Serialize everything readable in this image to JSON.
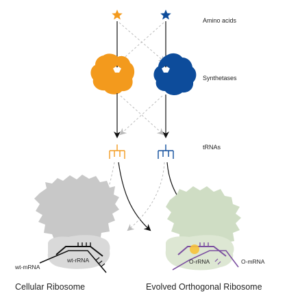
{
  "labels": {
    "amino_acids": "Amino acids",
    "synthetases": "Synthetases",
    "trnas": "tRNAs",
    "wt_mrna": "wt-mRNA",
    "wt_rrna": "wt-rRNA",
    "o_rrna": "O-rRNA",
    "o_mrna": "O-mRNA",
    "cellular_ribosome": "Cellular Ribosome",
    "orthogonal_ribosome": "Evolved Orthogonal Ribosome"
  },
  "colors": {
    "orange": "#F39A1D",
    "blue": "#0D4C9B",
    "ribosome_gray": "#C8C8C8",
    "ribosome_gray_light": "#D9D9D9",
    "ribosome_green": "#CFDDC4",
    "ribosome_green_light": "#DDE7D3",
    "purple": "#7B4FA0",
    "arrow_black": "#111111",
    "arrow_dashed": "#BBBBBB"
  },
  "icons": {
    "amino_acid": "star-icon",
    "synthetase": "blob-icon",
    "trna": "trna-comb-icon"
  }
}
